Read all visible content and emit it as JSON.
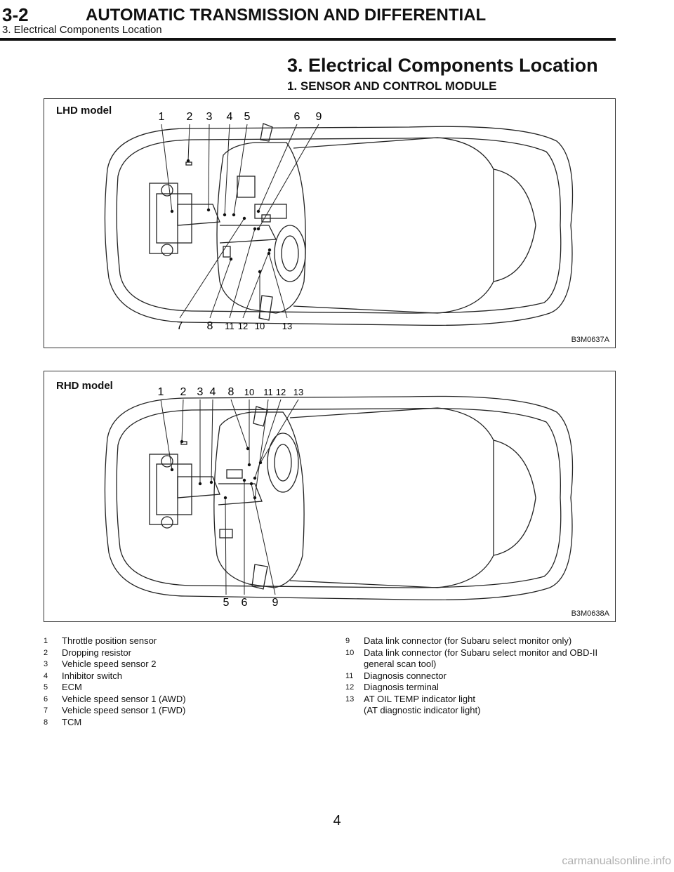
{
  "header": {
    "page_code": "3-2",
    "title": "AUTOMATIC TRANSMISSION AND DIFFERENTIAL",
    "subtitle": "3. Electrical Components Location"
  },
  "section": {
    "title": "3. Electrical Components Location",
    "subtitle": "1. SENSOR AND CONTROL MODULE"
  },
  "figure_lhd": {
    "label": "LHD model",
    "code": "B3M0637A",
    "top_callouts": [
      "1",
      "2",
      "3",
      "4",
      "5",
      "6",
      "9"
    ],
    "bottom_callouts": [
      "7",
      "8",
      "11",
      "12",
      "10",
      "13"
    ]
  },
  "figure_rhd": {
    "label": "RHD model",
    "code": "B3M0638A",
    "top_callouts": [
      "1",
      "2",
      "3",
      "4",
      "8",
      "10",
      "11",
      "12",
      "13"
    ],
    "bottom_callouts": [
      "5",
      "6",
      "9"
    ]
  },
  "legend_left": [
    {
      "num": "1",
      "text": "Throttle position sensor"
    },
    {
      "num": "2",
      "text": "Dropping resistor"
    },
    {
      "num": "3",
      "text": "Vehicle speed sensor 2"
    },
    {
      "num": "4",
      "text": "Inhibitor switch"
    },
    {
      "num": "5",
      "text": "ECM"
    },
    {
      "num": "6",
      "text": "Vehicle speed sensor 1 (AWD)"
    },
    {
      "num": "7",
      "text": "Vehicle speed sensor 1 (FWD)"
    },
    {
      "num": "8",
      "text": "TCM"
    }
  ],
  "legend_right": [
    {
      "num": "9",
      "text": "Data link connector (for Subaru select monitor only)"
    },
    {
      "num": "10",
      "text": "Data link connector (for Subaru select monitor and OBD-II",
      "text2": "general scan tool)"
    },
    {
      "num": "11",
      "text": "Diagnosis connector"
    },
    {
      "num": "12",
      "text": "Diagnosis terminal"
    },
    {
      "num": "13",
      "text": "AT OIL TEMP indicator light",
      "text2": "(AT diagnostic indicator light)"
    }
  ],
  "page_number": "4",
  "watermark": "carmanualsonline.info"
}
